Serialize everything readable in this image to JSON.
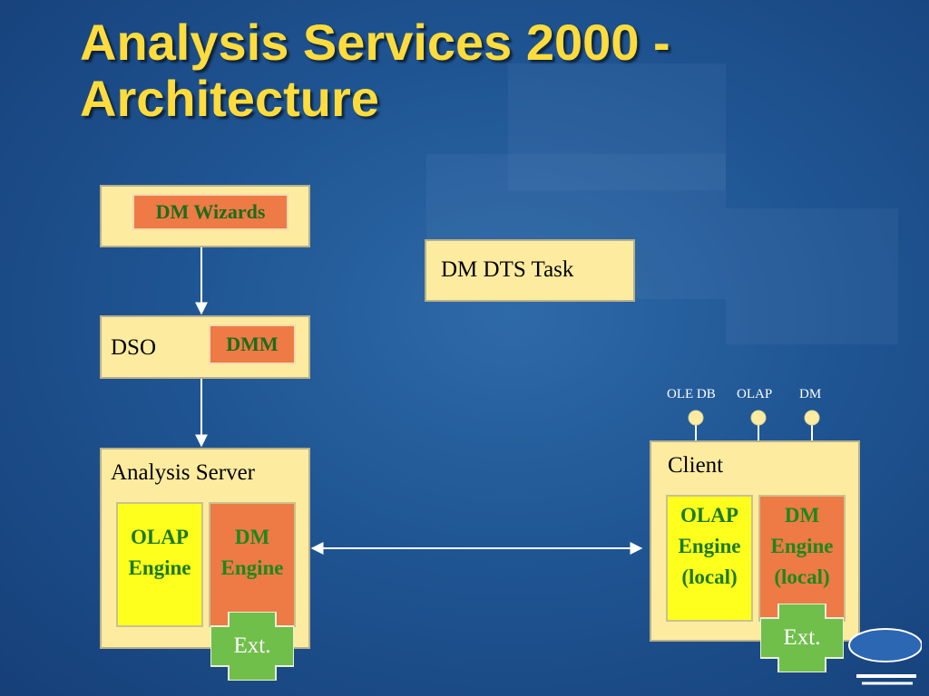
{
  "slide": {
    "title_line1": "Analysis Services 2000 -",
    "title_line2": "Architecture"
  },
  "wizards": {
    "label": "DM Wizards"
  },
  "dts_task": {
    "label": "DM DTS Task"
  },
  "dso": {
    "label": "DSO",
    "dmm_label": "DMM"
  },
  "server": {
    "label": "Analysis Server",
    "olap_line1": "OLAP",
    "olap_line2": "Engine",
    "dm_line1": "DM",
    "dm_line2": "Engine",
    "ext_label": "Ext."
  },
  "client": {
    "label": "Client",
    "olap_line1": "OLAP",
    "olap_line2": "Engine",
    "olap_line3": "(local)",
    "dm_line1": "DM",
    "dm_line2": "Engine",
    "dm_line3": "(local)",
    "ext_label": "Ext.",
    "interfaces": [
      "OLE DB",
      "OLAP",
      "DM"
    ]
  },
  "colors": {
    "title": "#ffdc3c",
    "box_fill": "#fdeca0",
    "orange": "#ee7a45",
    "yellow": "#ffff1e",
    "green_text": "#1a6e1a",
    "ext_green": "#6fbf4a"
  }
}
